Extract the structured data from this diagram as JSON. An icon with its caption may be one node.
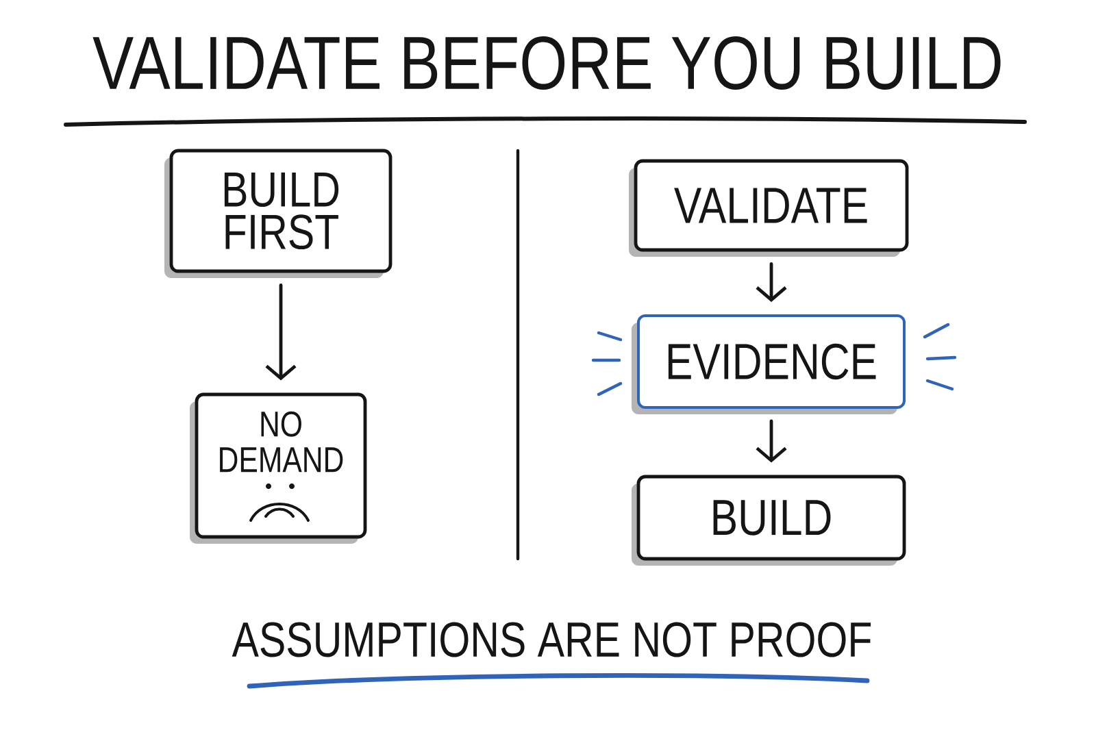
{
  "diagram": {
    "title": "VALIDATE BEFORE YOU BUILD",
    "nodes": [
      {
        "text": [
          "BUILD FIRST"
        ]
      },
      {
        "text": [
          "NO DEMAND"
        ]
      },
      {
        "text": [
          "VALIDATE"
        ]
      },
      {
        "text": [
          "EVIDENCE"
        ]
      },
      {
        "text": [
          "BUILD"
        ]
      }
    ],
    "edges": [
      {
        "from": 0,
        "to": 1,
        "arrow": "to"
      },
      {
        "from": 2,
        "to": 3,
        "arrow": "to"
      },
      {
        "from": 3,
        "to": 4,
        "arrow": "to"
      }
    ],
    "caption": "ASSUMPTIONS ARE NOT PROOF"
  }
}
